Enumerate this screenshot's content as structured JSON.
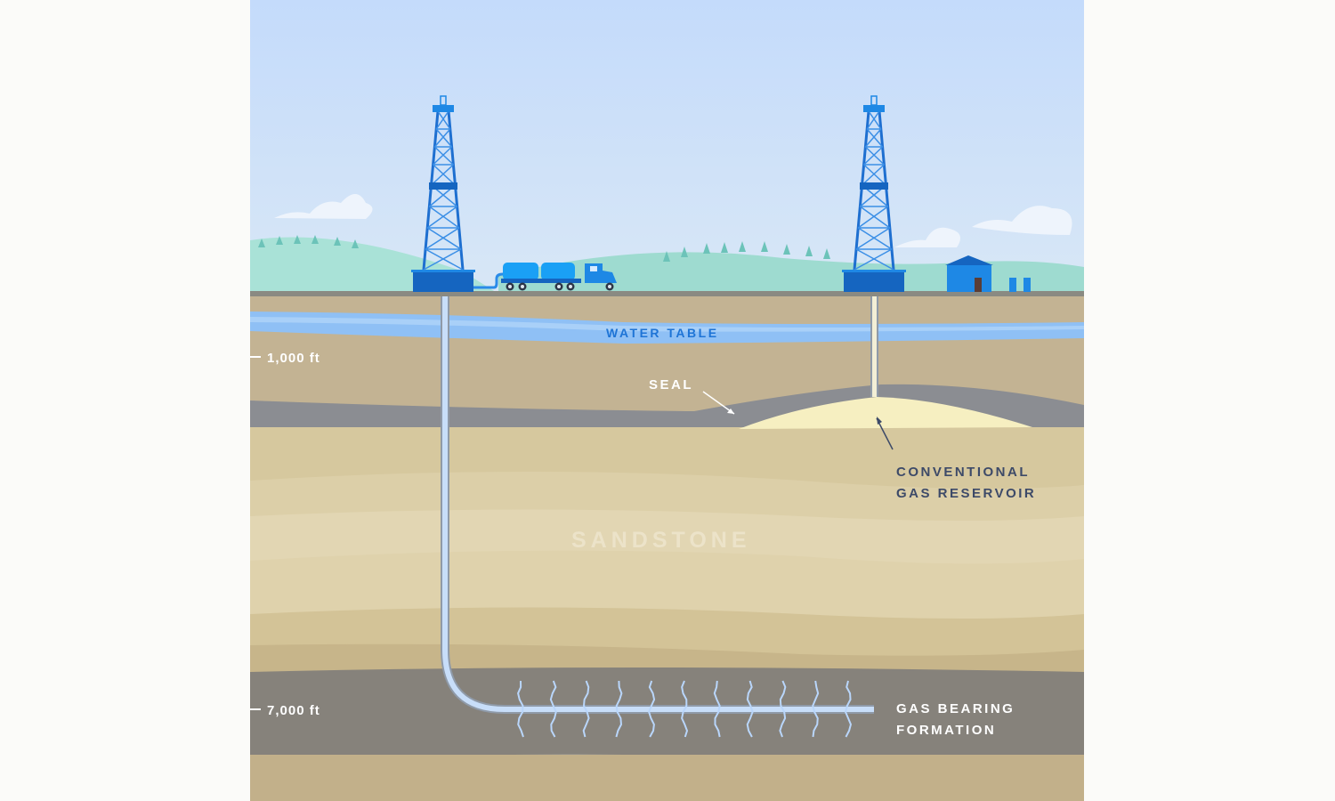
{
  "labels": {
    "water_table": "WATER TABLE",
    "depth_1000": "1,000 ft",
    "seal": "SEAL",
    "conventional_line1": "CONVENTIONAL",
    "conventional_line2": "GAS RESERVOIR",
    "sandstone": "SANDSTONE",
    "depth_7000": "7,000 ft",
    "gas_bearing_line1": "GAS BEARING",
    "gas_bearing_line2": "FORMATION"
  },
  "colors": {
    "sky": "#c6dcfb",
    "hills": "#9edbd0",
    "topsoil": "#c3b393",
    "water": "#8fc0f5",
    "seal": "#8b8d92",
    "reservoir": "#f6efc1",
    "sandstone": "#dccfa8",
    "shale": "#86827b",
    "pipe": "#c8def9",
    "rig": "#1565c0",
    "label_dark": "#3d4a68",
    "label_blue": "#1e74d6"
  },
  "fracture_count": 11
}
